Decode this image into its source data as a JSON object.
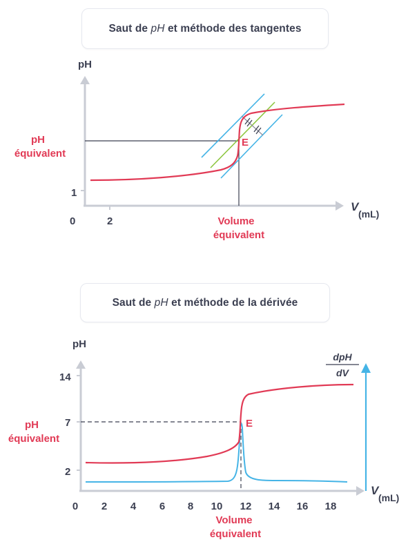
{
  "colors": {
    "axis": "#c9ccd4",
    "text": "#3b3f51",
    "curve_red": "#e13a55",
    "tangent_blue": "#45b4e6",
    "median_green": "#8cc63f",
    "derivative_blue": "#45b4e6"
  },
  "diagram1": {
    "title_prefix": "Saut de ",
    "title_ital": "pH",
    "title_suffix": " et méthode des tangentes",
    "y_axis_label": "pH",
    "x_axis_var": "V",
    "x_axis_unit": "(mL)",
    "origin_label": "0",
    "x_tick_label": "2",
    "y_tick_label": "1",
    "ph_eq_line1": "pH",
    "ph_eq_line2": "équivalent",
    "vol_eq_line1": "Volume",
    "vol_eq_line2": "équivalent",
    "point_label": "E"
  },
  "diagram2": {
    "title_prefix": "Saut de ",
    "title_ital": "pH",
    "title_suffix": " et méthode de la dérivée",
    "y_axis_label": "pH",
    "right_axis_num": "dpH",
    "right_axis_den": "dV",
    "x_axis_var": "V",
    "x_axis_unit": "(mL)",
    "y_ticks": [
      "14",
      "7",
      "2"
    ],
    "x_ticks": [
      "0",
      "2",
      "4",
      "6",
      "8",
      "10",
      "12",
      "14",
      "16",
      "18"
    ],
    "ph_eq_line1": "pH",
    "ph_eq_line2": "équivalent",
    "vol_eq_line1": "Volume",
    "vol_eq_line2": "équivalent",
    "point_label": "E"
  }
}
